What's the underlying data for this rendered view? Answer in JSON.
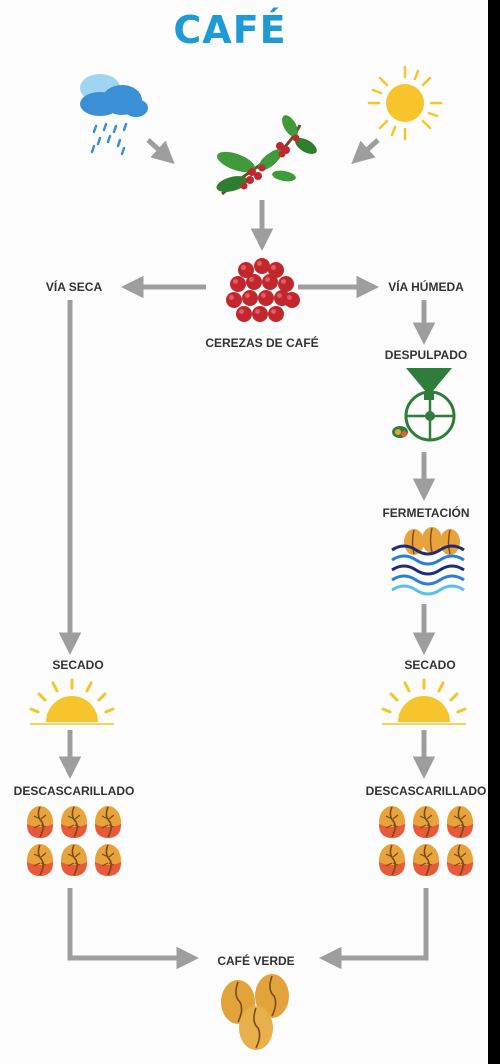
{
  "title": "CAFÉ",
  "labels": {
    "via_seca": "VÍA SECA",
    "via_humeda": "VÍA HÚMEDA",
    "cerezas": "CEREZAS DE CAFÉ",
    "despulpado": "DESPULPADO",
    "fermentacion": "FERMETACIÓN",
    "secado_left": "SECADO",
    "secado_right": "SECADO",
    "descascarillado_left": "DESCASCARILLADO",
    "descascarillado_right": "DESCASCARILLADO",
    "cafe_verde": "CAFÉ VERDE"
  },
  "icons": [
    "rain-cloud-icon",
    "sun-icon",
    "coffee-branch-icon",
    "coffee-cherries-icon",
    "depulper-machine-icon",
    "fermentation-water-icon",
    "sunset-icon",
    "coffee-bean-icon"
  ],
  "colors": {
    "title": "#1e9ad6",
    "arrow": "#9e9e9e",
    "cherry": "#c1272d",
    "bean": "#e8a33a",
    "bean_red": "#e85a3a",
    "sun": "#f7c52b",
    "machine": "#2f7d3a"
  }
}
